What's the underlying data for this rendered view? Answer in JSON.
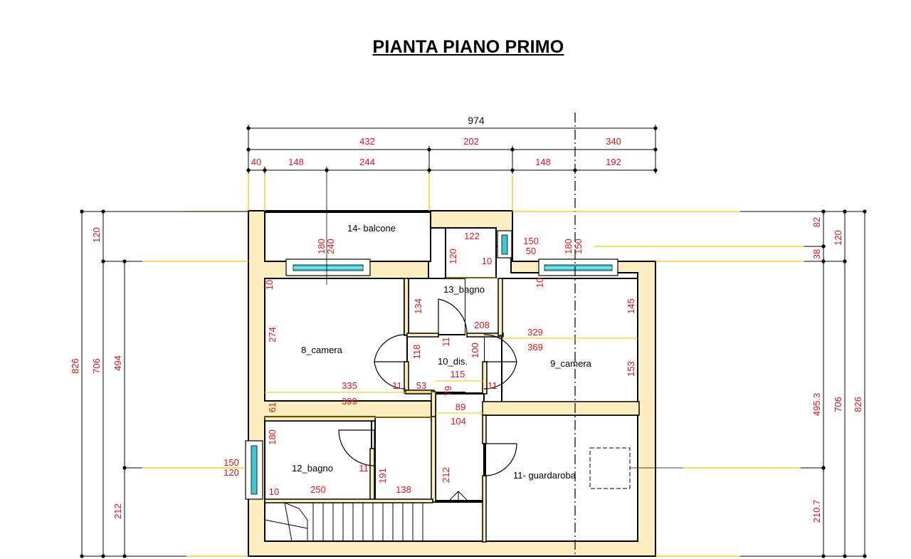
{
  "title": "PIANTA PIANO PRIMO",
  "dimensions_top": {
    "overall": "974",
    "row2": [
      "432",
      "202",
      "340"
    ],
    "row3": [
      "40",
      "148",
      "244",
      "148",
      "192"
    ]
  },
  "dimensions_left": {
    "outer": "826",
    "mid": "706",
    "inner": "494",
    "lower": "212",
    "upper": "120"
  },
  "dimensions_right": {
    "d82": "82",
    "d38": "38",
    "d120": "120",
    "d495": "495.3",
    "d706": "706",
    "d826": "826",
    "d210": "210.7"
  },
  "rooms": {
    "balcone": "14- balcone",
    "bagno13": "13_bagno",
    "camera8": "8_camera",
    "dis": "10_dis.",
    "camera9": "9_camera",
    "bagno12": "12_bagno",
    "guardaroba": "11- guardaroba"
  },
  "inner_dims": {
    "d180a": "180",
    "d240": "240",
    "d122": "122",
    "d120b": "120",
    "d150a": "150",
    "d50": "50",
    "d10a": "10",
    "d180b": "180",
    "d150b": "150",
    "d10b": "10",
    "d10c": "10",
    "d134": "134",
    "d208": "208",
    "d145": "145",
    "d274": "274",
    "d329": "329",
    "d369": "369",
    "d118": "118",
    "d11a": "11",
    "d100": "100",
    "d115": "115",
    "d153": "153",
    "d335": "335",
    "d11b": "11",
    "d53": "53",
    "d79": "79",
    "d11c": "11",
    "d399": "399",
    "d61": "61",
    "d89": "89",
    "d104": "104",
    "d180c": "180",
    "d150c": "150",
    "d120c": "120",
    "d11d": "11",
    "d191": "191",
    "d212b": "212",
    "d10d": "10",
    "d250": "250",
    "d138": "138"
  },
  "colors": {
    "wall": "#fdeec2",
    "dim_text": "#e0141e",
    "window": "#3ec7d2",
    "dim_line": "#f5c400"
  }
}
